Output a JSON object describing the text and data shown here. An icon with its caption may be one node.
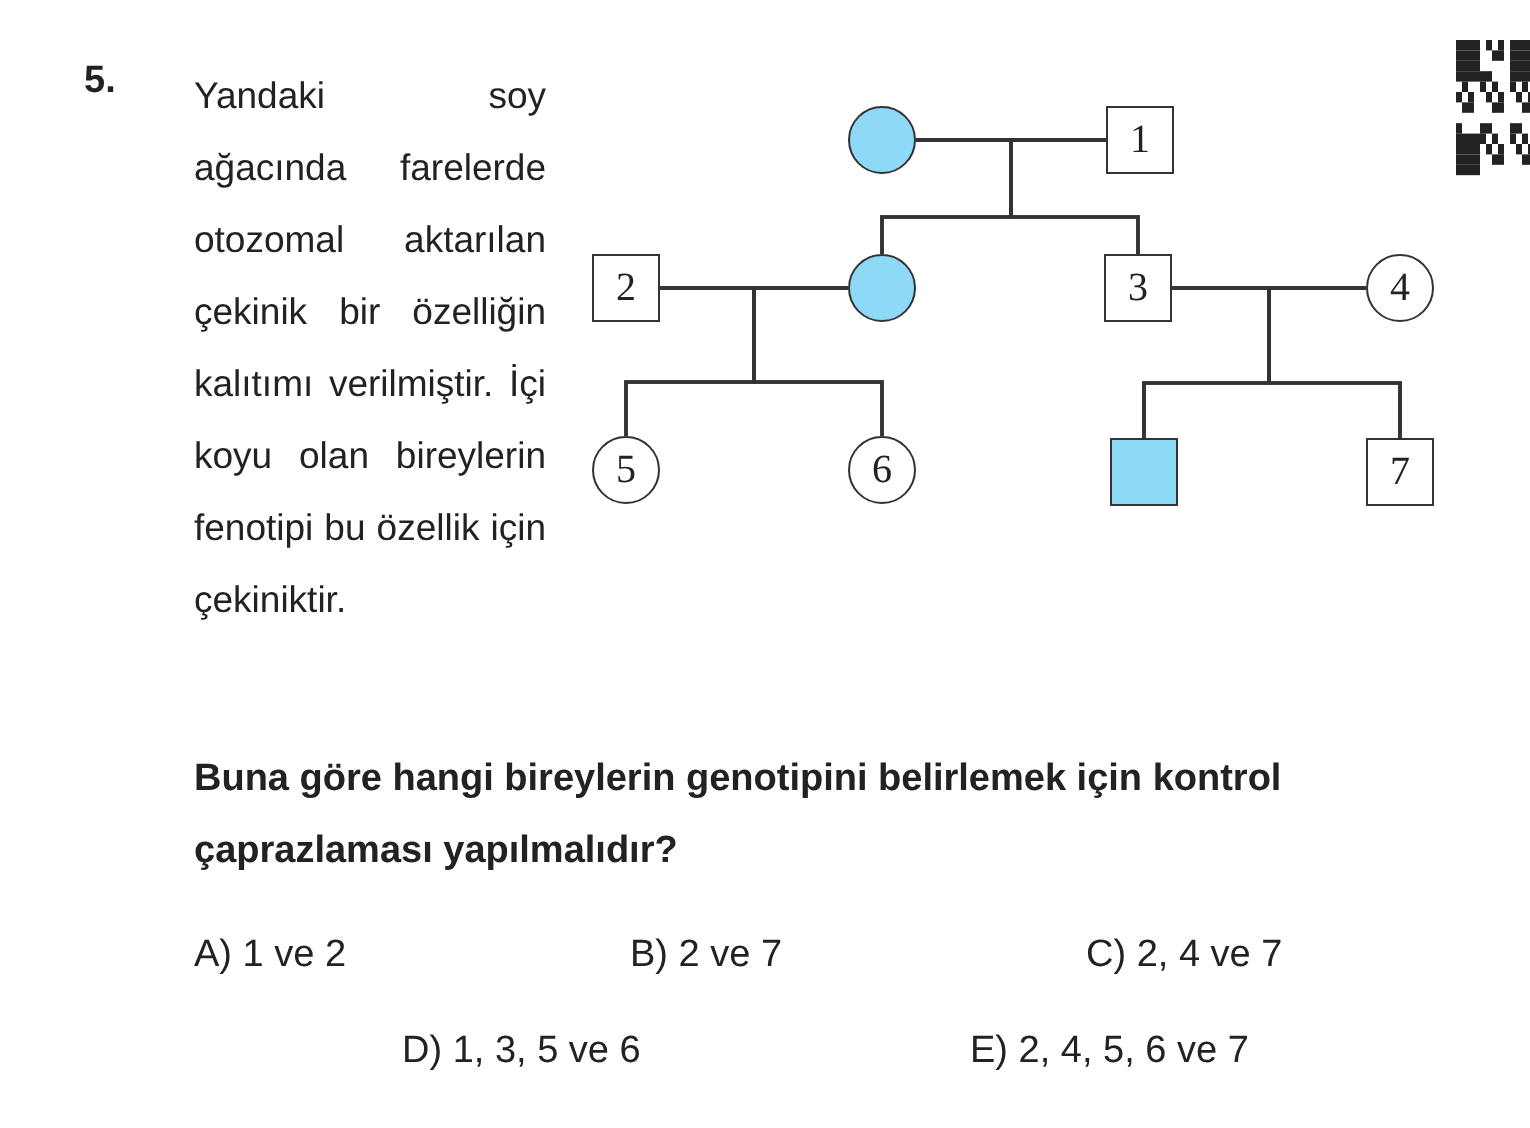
{
  "diagram": {
    "nodes": [
      {
        "text": [],
        "shape": "circle"
      },
      {
        "text": [
          "1"
        ]
      },
      {
        "text": [
          "2"
        ]
      },
      {
        "text": [],
        "shape": "circle"
      },
      {
        "text": [
          "3"
        ]
      },
      {
        "text": [
          "4"
        ]
      },
      {
        "text": [
          "5"
        ]
      },
      {
        "text": [
          "6"
        ]
      },
      {
        "text": [],
        "shape": "box"
      },
      {
        "text": [
          "7"
        ]
      }
    ],
    "edges": [
      {
        "from": 0,
        "to": 1,
        "arrow": "none"
      },
      {
        "from": 0,
        "to": 3,
        "arrow": "none"
      },
      {
        "from": 1,
        "to": 3,
        "arrow": "none"
      },
      {
        "from": 0,
        "to": 4,
        "arrow": "none"
      },
      {
        "from": 1,
        "to": 4,
        "arrow": "none"
      },
      {
        "from": 2,
        "to": 3,
        "arrow": "none"
      },
      {
        "from": 2,
        "to": 6,
        "arrow": "none"
      },
      {
        "from": 3,
        "to": 6,
        "arrow": "none"
      },
      {
        "from": 2,
        "to": 7,
        "arrow": "none"
      },
      {
        "from": 3,
        "to": 7,
        "arrow": "none"
      },
      {
        "from": 4,
        "to": 5,
        "arrow": "none"
      },
      {
        "from": 4,
        "to": 8,
        "arrow": "none"
      },
      {
        "from": 5,
        "to": 8,
        "arrow": "none"
      },
      {
        "from": 4,
        "to": 9,
        "arrow": "none"
      },
      {
        "from": 5,
        "to": 9,
        "arrow": "none"
      }
    ],
    "labels": [
      "5.",
      "Yandaki soy ağacında farelerde otozomal aktarılan çekinik bir özelliğin kalıtımı verilmiştir. İçi koyu olan bireylerin fenotipi bu özellik için çekiniktir.",
      "Buna göre hangi bireylerin genotipini belirlemek için kontrol çaprazlaması yapılmalıdır?",
      "A) 1 ve 2",
      "B) 2 ve 7",
      "C) 2, 4 ve 7",
      "D) 1, 3, 5 ve 6",
      "E) 2, 4, 5, 6 ve 7"
    ]
  }
}
